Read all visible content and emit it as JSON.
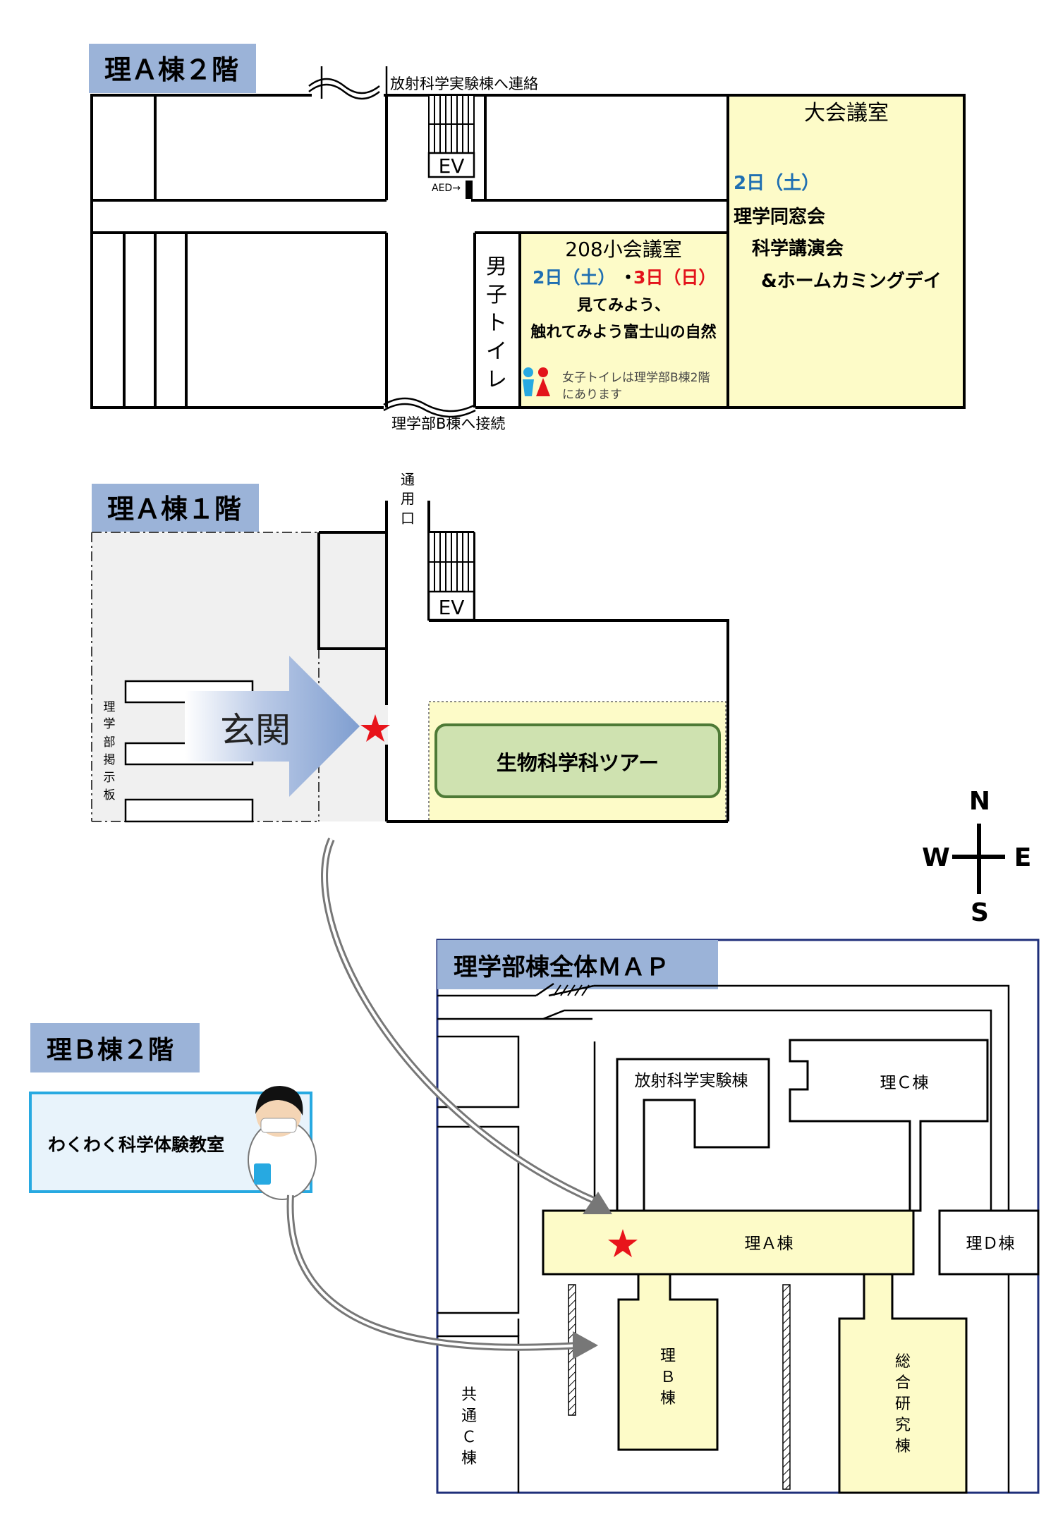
{
  "floor_a2": {
    "title": "理Ａ棟２階",
    "link_top": "放射科学実験棟へ連絡",
    "link_bottom": "理学部B棟へ接続",
    "ev": "EV",
    "aed": "AED→",
    "big_room": {
      "name": "大会議室",
      "date": "2日（土）",
      "line1": "理学同窓会",
      "line2": "科学講演会",
      "line3": "&ホームカミングデイ"
    },
    "small_room": {
      "name": "208小会議室",
      "date_blue": "2日（土）",
      "date_sep": "・",
      "date_red": "3日（日）",
      "line1": "見てみよう、",
      "line2": "触れてみよう富士山の自然",
      "note_line1": "女子トイレは理学部B棟2階",
      "note_line2": "にあります"
    },
    "mens_toilet": [
      "男",
      "子",
      "ト",
      "イ",
      "レ"
    ]
  },
  "floor_a1": {
    "title": "理Ａ棟１階",
    "service_entrance": [
      "通",
      "用",
      "口"
    ],
    "ev": "EV",
    "entrance": "玄関",
    "board": [
      "理",
      "学",
      "部",
      "掲",
      "示",
      "板"
    ],
    "tour": "生物科学科ツアー"
  },
  "compass": {
    "n": "N",
    "s": "S",
    "e": "E",
    "w": "W"
  },
  "b2": {
    "title": "理Ｂ棟２階",
    "room": "わくわく科学体験教室"
  },
  "overview": {
    "title": "理学部棟全体ＭＡＰ",
    "radiation": "放射科学実験棟",
    "c_bldg": "理Ｃ棟",
    "a_bldg": "理Ａ棟",
    "d_bldg": "理Ｄ棟",
    "b_bldg": [
      "理",
      "Ｂ",
      "棟"
    ],
    "research": [
      "総",
      "合",
      "研",
      "究",
      "棟"
    ],
    "common_c": [
      "共",
      "通",
      "Ｃ",
      "棟"
    ]
  },
  "colors": {
    "title_bg": "#9bb3d8",
    "room_yellow": "#fdfbc8",
    "tour_green": "#cfe2b0",
    "tour_border": "#4e7a36",
    "blue_text": "#1f6fb2",
    "red_text": "#e3141b",
    "star_red": "#e8141b",
    "floor_gray": "#f0f0f0",
    "b2_box_bg": "#e8f3fb",
    "b2_box_border": "#27a9e1",
    "map_border": "#1f2f7a"
  }
}
